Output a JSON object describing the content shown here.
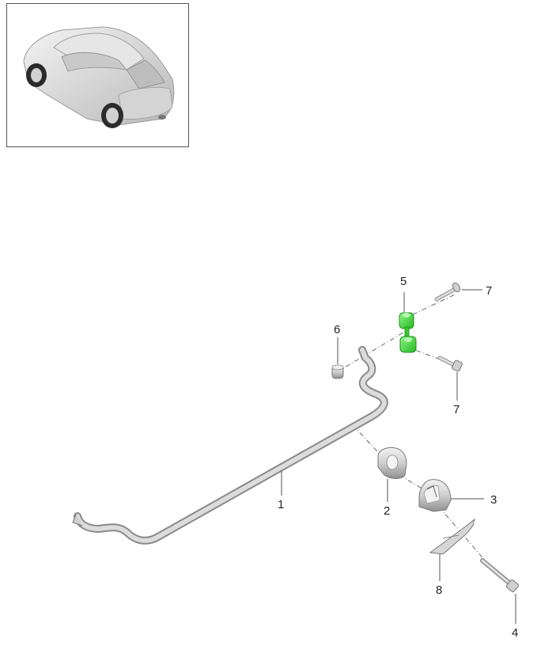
{
  "callouts": {
    "c1": "1",
    "c2": "2",
    "c3": "3",
    "c4": "4",
    "c5": "5",
    "c6": "6",
    "c7a": "7",
    "c7b": "7",
    "c8": "8"
  },
  "colors": {
    "highlight_part": "#3fe13a",
    "part_fill": "#d8d8d8",
    "part_shadow": "#9a9a9a",
    "frame_border": "#555555"
  }
}
